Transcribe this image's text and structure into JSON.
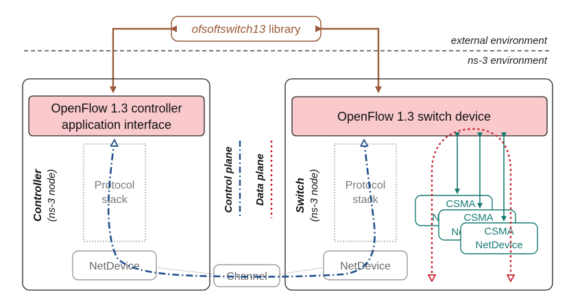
{
  "library": {
    "name": "ofsoftswitch13",
    "suffix": " library"
  },
  "environments": {
    "external": "external environment",
    "ns3": "ns-3 environment"
  },
  "controller": {
    "interface_line1": "OpenFlow 1.3 controller",
    "interface_line2": "application interface",
    "label": "Controller",
    "sublabel": "(ns-3 node)",
    "stack_line1": "Protocol",
    "stack_line2": "stack",
    "netdevice": "NetDevice"
  },
  "switch": {
    "device": "OpenFlow 1.3 switch device",
    "label": "Switch",
    "sublabel": "(ns-3 node)",
    "stack_line1": "Protocol",
    "stack_line2": "stack",
    "netdevice": "NetDevice",
    "csma": [
      {
        "line1": "CSMA",
        "line2": "Ne"
      },
      {
        "line1": "CSMA",
        "line2": "Ne"
      },
      {
        "line1": "CSMA",
        "line2": "NetDevice"
      }
    ]
  },
  "channel": "Channel",
  "legend": {
    "control": "Control plane",
    "data": "Data plane"
  },
  "colors": {
    "brown": "#9b5b3b",
    "pink": "#f9c9cc",
    "blue": "#1f4e8a",
    "red": "#c8202c",
    "teal": "#177a72",
    "gray": "#7a7a7a"
  }
}
